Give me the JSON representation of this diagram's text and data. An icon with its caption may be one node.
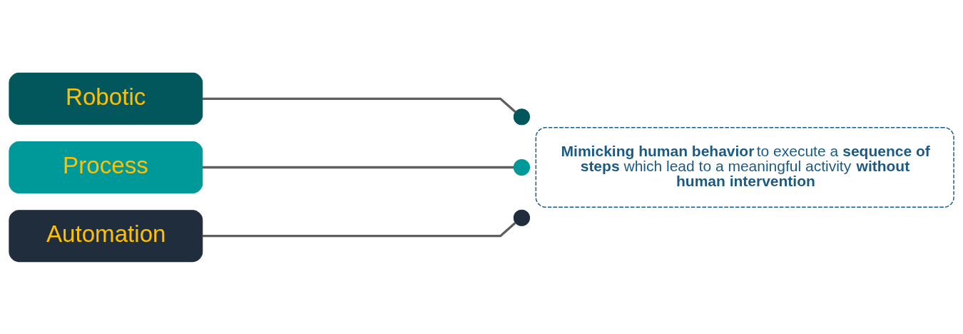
{
  "diagram": {
    "nodes": [
      {
        "text": [
          "Robotic"
        ]
      },
      {
        "text": [
          "Process"
        ]
      },
      {
        "text": [
          "Automation"
        ]
      },
      {
        "text": [],
        "shape": "circle"
      },
      {
        "text": [],
        "shape": "circle"
      },
      {
        "text": [],
        "shape": "circle"
      },
      {
        "text": [
          "**Mimicking human behavior** to execute a **sequence of steps** which lead to a meaningful activity **without human intervention**"
        ]
      }
    ],
    "edges": [
      {
        "from": 0,
        "to": 3,
        "arrow": "none"
      },
      {
        "from": 1,
        "to": 4,
        "arrow": "none"
      },
      {
        "from": 2,
        "to": 5,
        "arrow": "none"
      }
    ]
  }
}
